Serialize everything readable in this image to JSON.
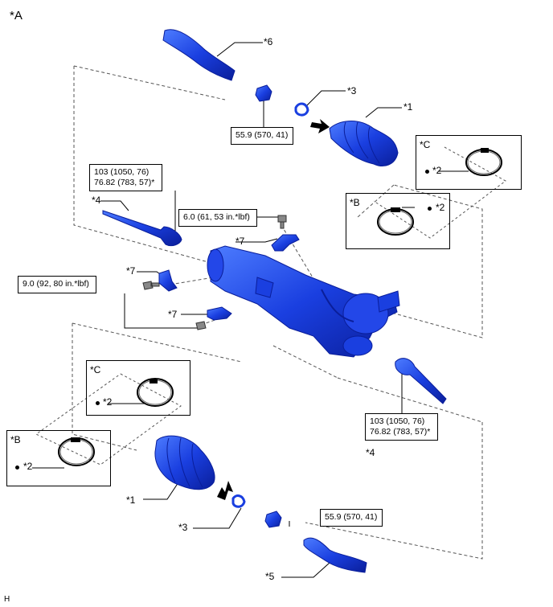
{
  "diagram_id": "*A",
  "footer_letter": "H",
  "part_labels": {
    "p1_top": "*1",
    "p1_bot": "*1",
    "p2_c_top": "*2",
    "p2_b_top": "*2",
    "p2_c_bot": "*2",
    "p2_b_bot": "*2",
    "p3_top": "*3",
    "p3_bot": "*3",
    "p4_top": "*4",
    "p4_bot": "*4",
    "p5": "*5",
    "p6": "*6",
    "p7_top": "*7",
    "p7_left": "*7",
    "p7_lower": "*7"
  },
  "inset_labels": {
    "c_top": "*C",
    "b_top": "*B",
    "c_bot": "*C",
    "b_bot": "*B"
  },
  "torques": {
    "locknut_top": "55.9 (570, 41)",
    "locknut_bot": "55.9 (570, 41)",
    "tie_rod_top_l1": "103 (1050, 76)",
    "tie_rod_top_l2": "76.82 (783, 57)*",
    "tie_rod_bot_l1": "103 (1050, 76)",
    "tie_rod_bot_l2": "76.82 (783, 57)*",
    "bracket_bolt_upper": "6.0 (61, 53 in.*lbf)",
    "bracket_bolt_left": "9.0 (92, 80 in.*lbf)"
  },
  "colors": {
    "part_fill": "#1a3fe0",
    "part_dark": "#0a1e9a",
    "part_light": "#4d7cff",
    "line": "#000000",
    "dashed": "#555555"
  }
}
